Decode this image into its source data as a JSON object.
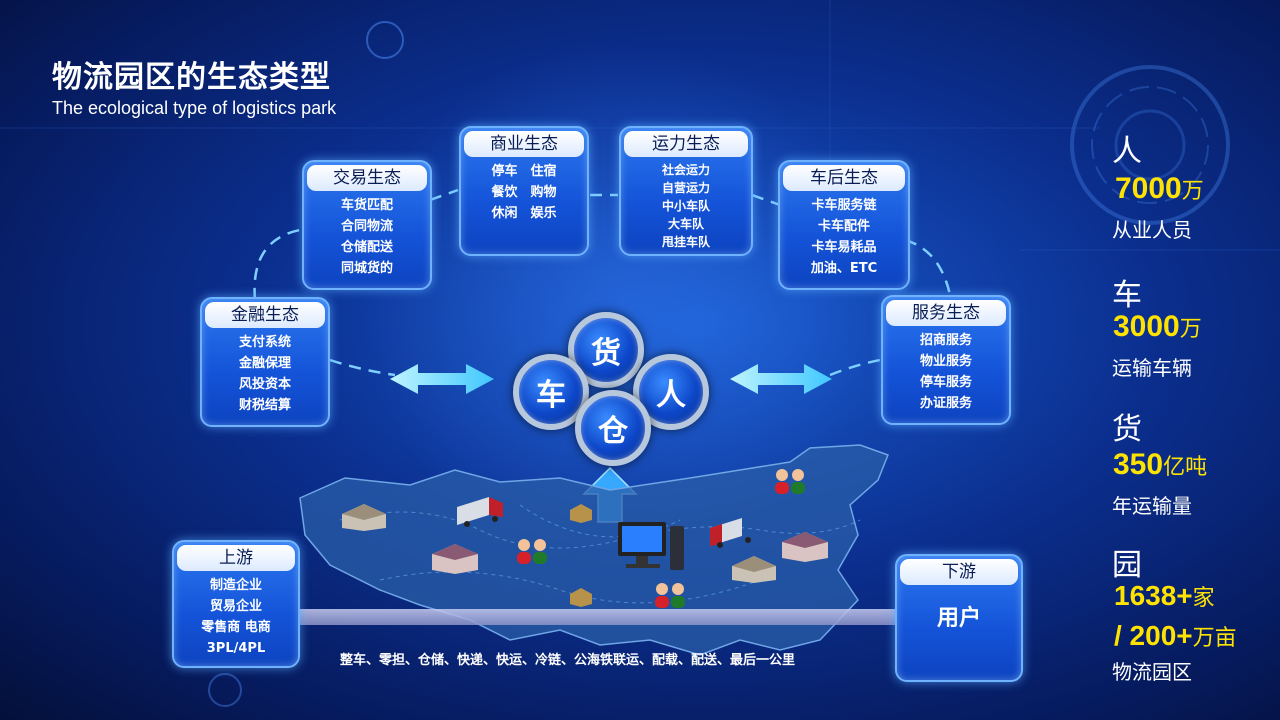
{
  "title": "物流园区的生态类型",
  "subtitle": "The ecological type of logistics park",
  "ecosystems": {
    "finance": {
      "title": "金融生态",
      "items": [
        "支付系统",
        "金融保理",
        "风投资本",
        "财税结算"
      ]
    },
    "trade": {
      "title": "交易生态",
      "items": [
        "车货匹配",
        "合同物流",
        "仓储配送",
        "同城货的"
      ]
    },
    "commerce": {
      "title": "商业生态",
      "items": [
        "停车　住宿",
        "餐饮　购物",
        "休闲　娱乐"
      ]
    },
    "capacity": {
      "title": "运力生态",
      "items": [
        "社会运力",
        "自营运力",
        "中小车队",
        "大车队",
        "甩挂车队"
      ]
    },
    "aftermarket": {
      "title": "车后生态",
      "items": [
        "卡车服务链",
        "卡车配件",
        "卡车易耗品",
        "加油、ETC"
      ]
    },
    "service": {
      "title": "服务生态",
      "items": [
        "招商服务",
        "物业服务",
        "停车服务",
        "办证服务"
      ]
    }
  },
  "hub": {
    "top": "货",
    "left": "车",
    "right": "人",
    "bottom": "仓"
  },
  "upstream": {
    "title": "上游",
    "items": [
      "制造企业",
      "贸易企业",
      "零售商  电商",
      "3PL/4PL"
    ]
  },
  "downstream": {
    "title": "下游",
    "label": "用户"
  },
  "services_line": "整车、零担、仓储、快递、快运、冷链、公海铁联运、配载、配送、最后一公里",
  "stats": [
    {
      "category": "人",
      "value": "7000",
      "unit": "万",
      "desc": "从业人员"
    },
    {
      "category": "车",
      "value": "3000",
      "unit": "万",
      "desc": "运输车辆"
    },
    {
      "category": "货",
      "value": "350",
      "unit": "亿吨",
      "desc": "年运输量"
    },
    {
      "category": "园",
      "value": "1638+",
      "unit": "家",
      "value2": " / 200+",
      "unit2": "万亩",
      "desc": "物流园区"
    }
  ],
  "colors": {
    "accent": "#ffe300",
    "box_blue": "#1453d8",
    "background": "#0b2f8f",
    "arrow": "#7fe0ff"
  }
}
